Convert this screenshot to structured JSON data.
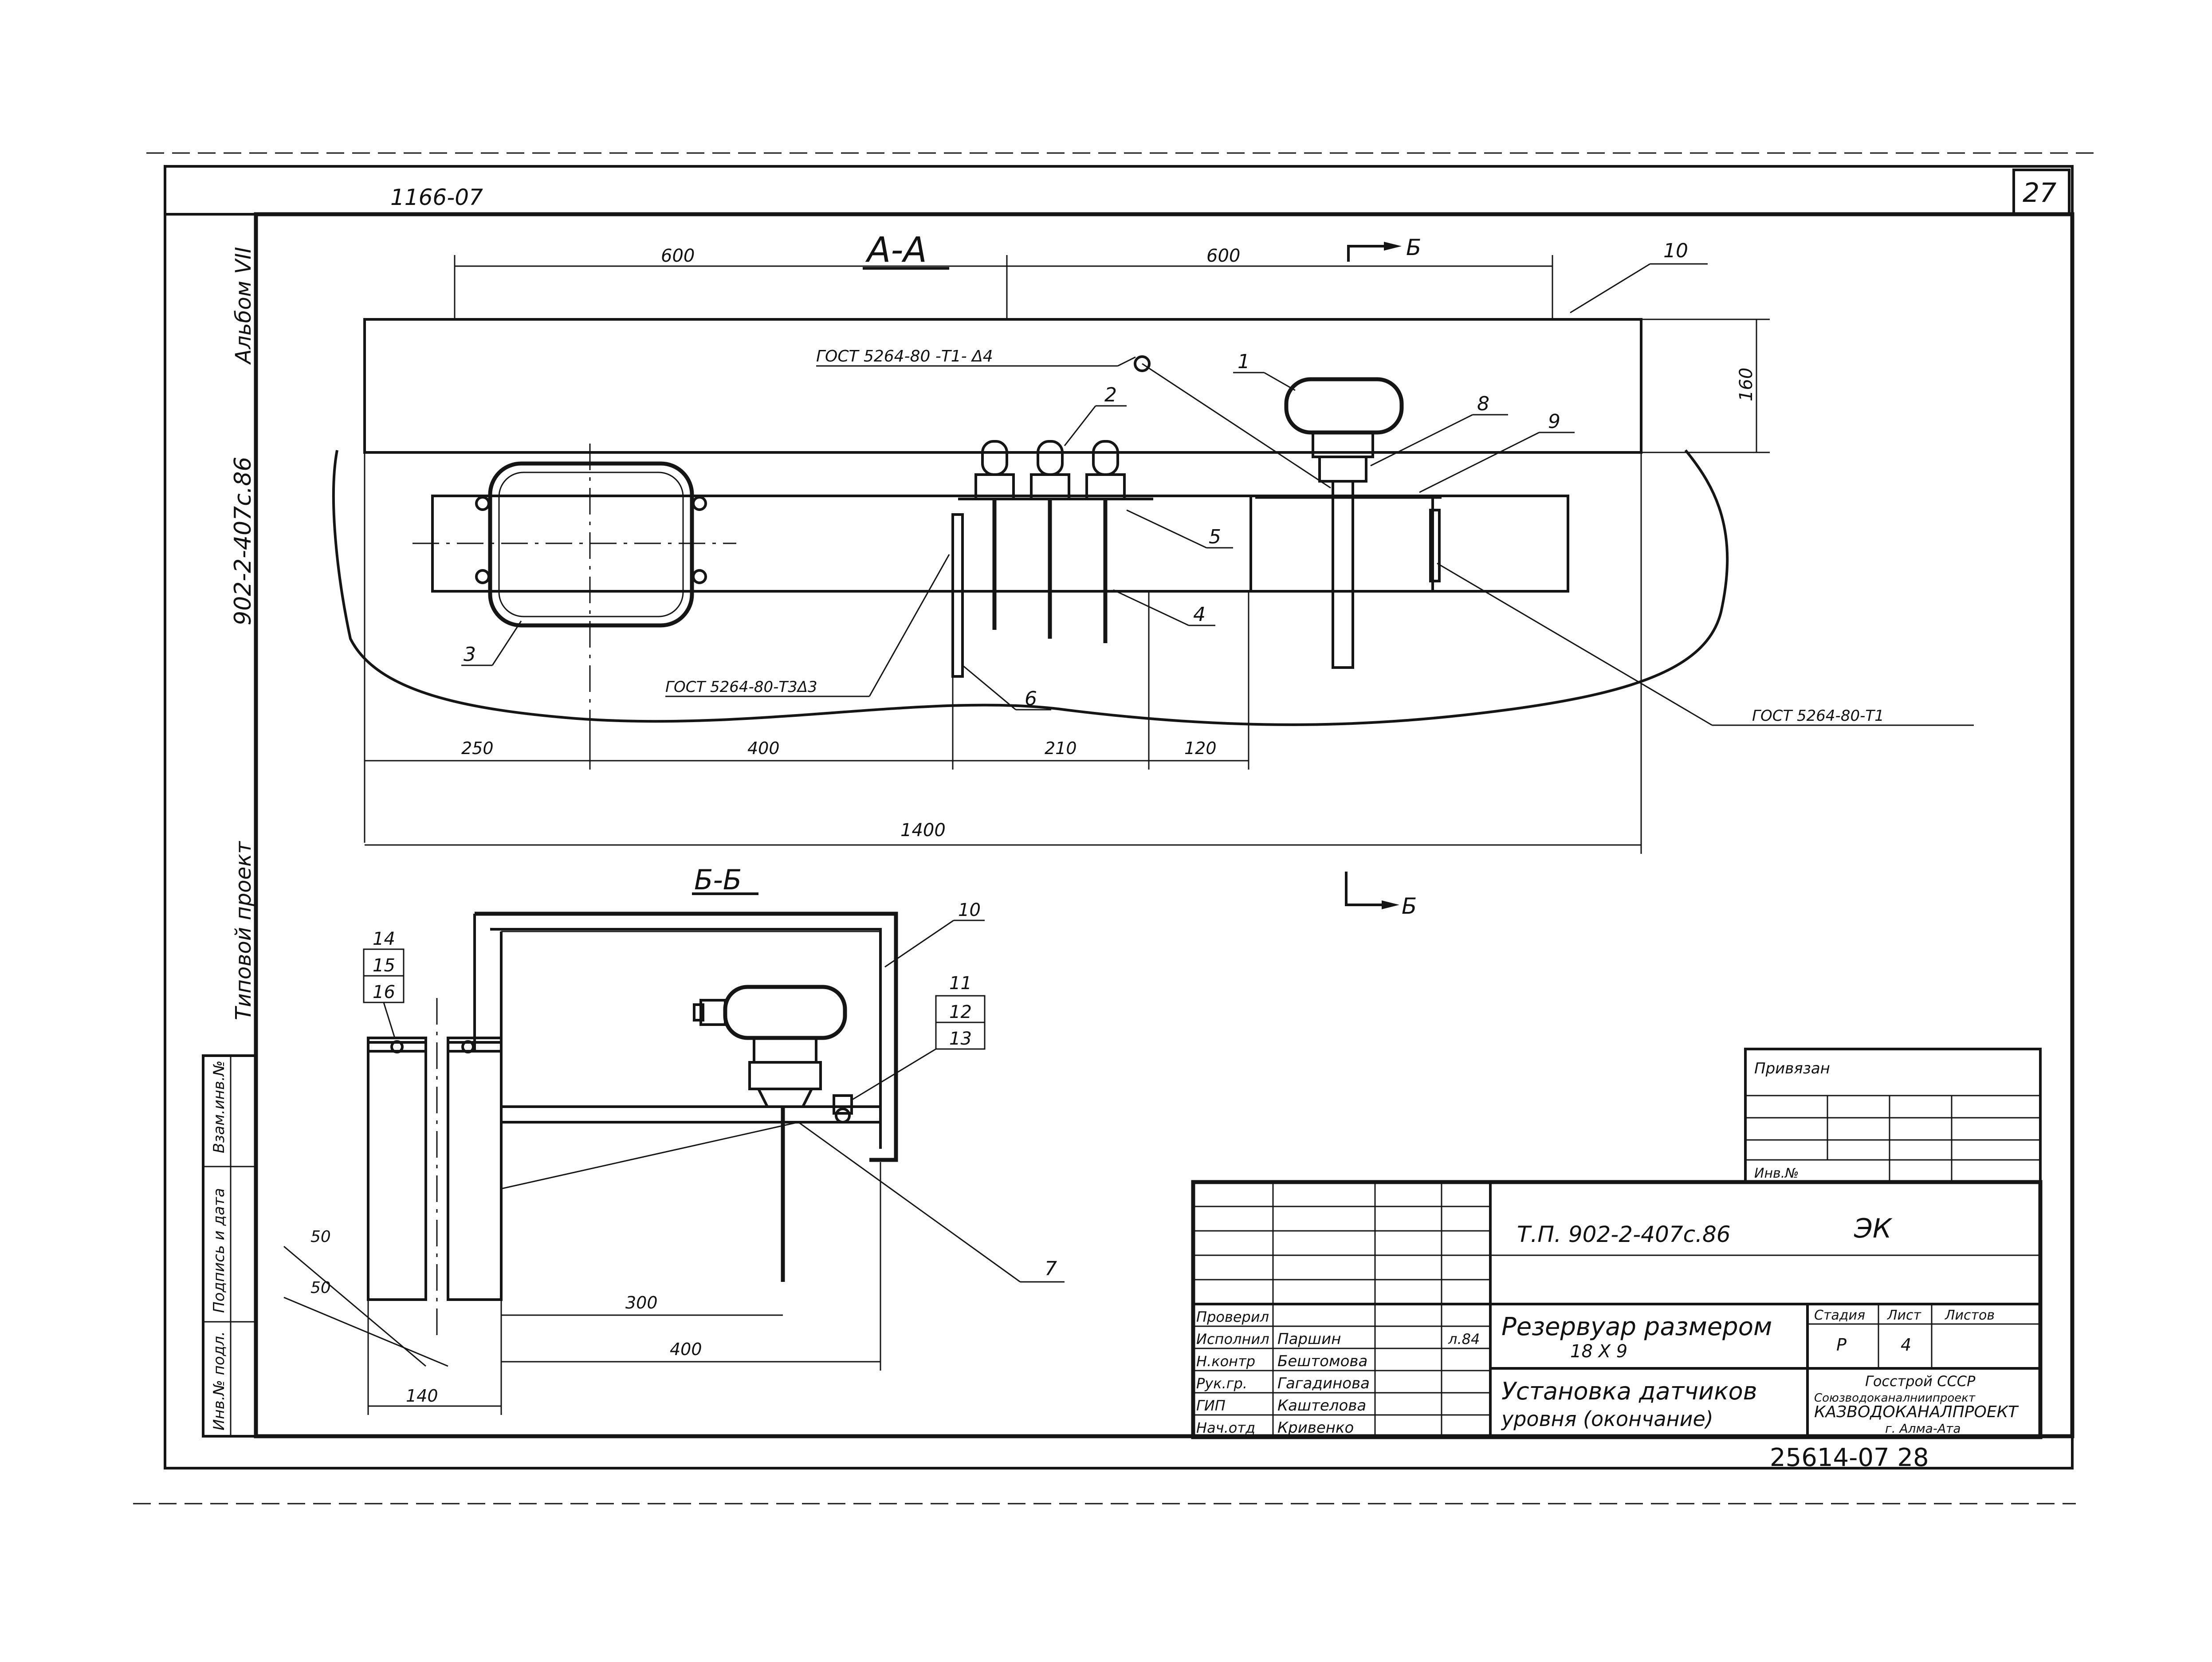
{
  "sheet": {
    "archive_code": "1166-07",
    "sheet_corner_number": "27",
    "side_album": "Альбом VII",
    "side_project": "902-2-407с.86",
    "side_typical": "Типовой   проект",
    "bottom_number": "25614-07  28",
    "side_stamps": [
      "Взам.инв.№",
      "Подпись и дата",
      "Инв.№ подл."
    ]
  },
  "section_aa": {
    "title": "А-А",
    "cut_arrow_top": "Б",
    "cut_arrow_bottom": "Б",
    "weld_top": "ГОСТ 5264-80 -Т1- Δ4",
    "weld_left": "ГОСТ 5264-80-Т3Δ3",
    "weld_right": "ГОСТ 5264-80-Т1",
    "dimensions": {
      "top_left": "600",
      "top_right": "600",
      "height": "160",
      "b1": "250",
      "b2": "400",
      "b3": "210",
      "b4": "120",
      "total": "1400"
    },
    "callouts": [
      "10",
      "1",
      "2",
      "8",
      "9",
      "5",
      "4",
      "3",
      "6"
    ]
  },
  "section_bb": {
    "title": "Б-Б",
    "callouts_left": [
      "14",
      "15",
      "16"
    ],
    "callouts_right": [
      "11",
      "12",
      "13"
    ],
    "callout_top": "10",
    "callout_bottom": "7",
    "dimensions": {
      "d50a": "50",
      "d50b": "50",
      "d140": "140",
      "d300": "300",
      "d400": "400"
    }
  },
  "attached_block": {
    "title": "Привязан",
    "inv": "Инв.№"
  },
  "title_block": {
    "doc_code": "Т.П. 902-2-407с.86",
    "sheet_mark": "ЭК",
    "object_name": "Резервуар размером",
    "object_size": "18 Х 9",
    "drawing_name_1": "Установка датчиков",
    "drawing_name_2": "уровня (окончание)",
    "stage_header": "Стадия",
    "sheet_header": "Лист",
    "sheets_header": "Листов",
    "stage": "Р",
    "sheet": "4",
    "org_1": "Госстрой СССР",
    "org_2": "Союзводоканалниипроект",
    "org_3": "КАЗВОДОКАНАЛПРОЕКТ",
    "org_4": "г. Алма-Ата",
    "roles": [
      {
        "role": "Проверил",
        "name": ""
      },
      {
        "role": "Исполнил",
        "name": "Паршин"
      },
      {
        "role": "Н.контр",
        "name": "Бештомова"
      },
      {
        "role": "Рук.гр.",
        "name": "Гагадинова"
      },
      {
        "role": "ГИП",
        "name": "Каштелова"
      },
      {
        "role": "Нач.отд",
        "name": "Кривенко"
      }
    ],
    "date_note": "л.84"
  }
}
